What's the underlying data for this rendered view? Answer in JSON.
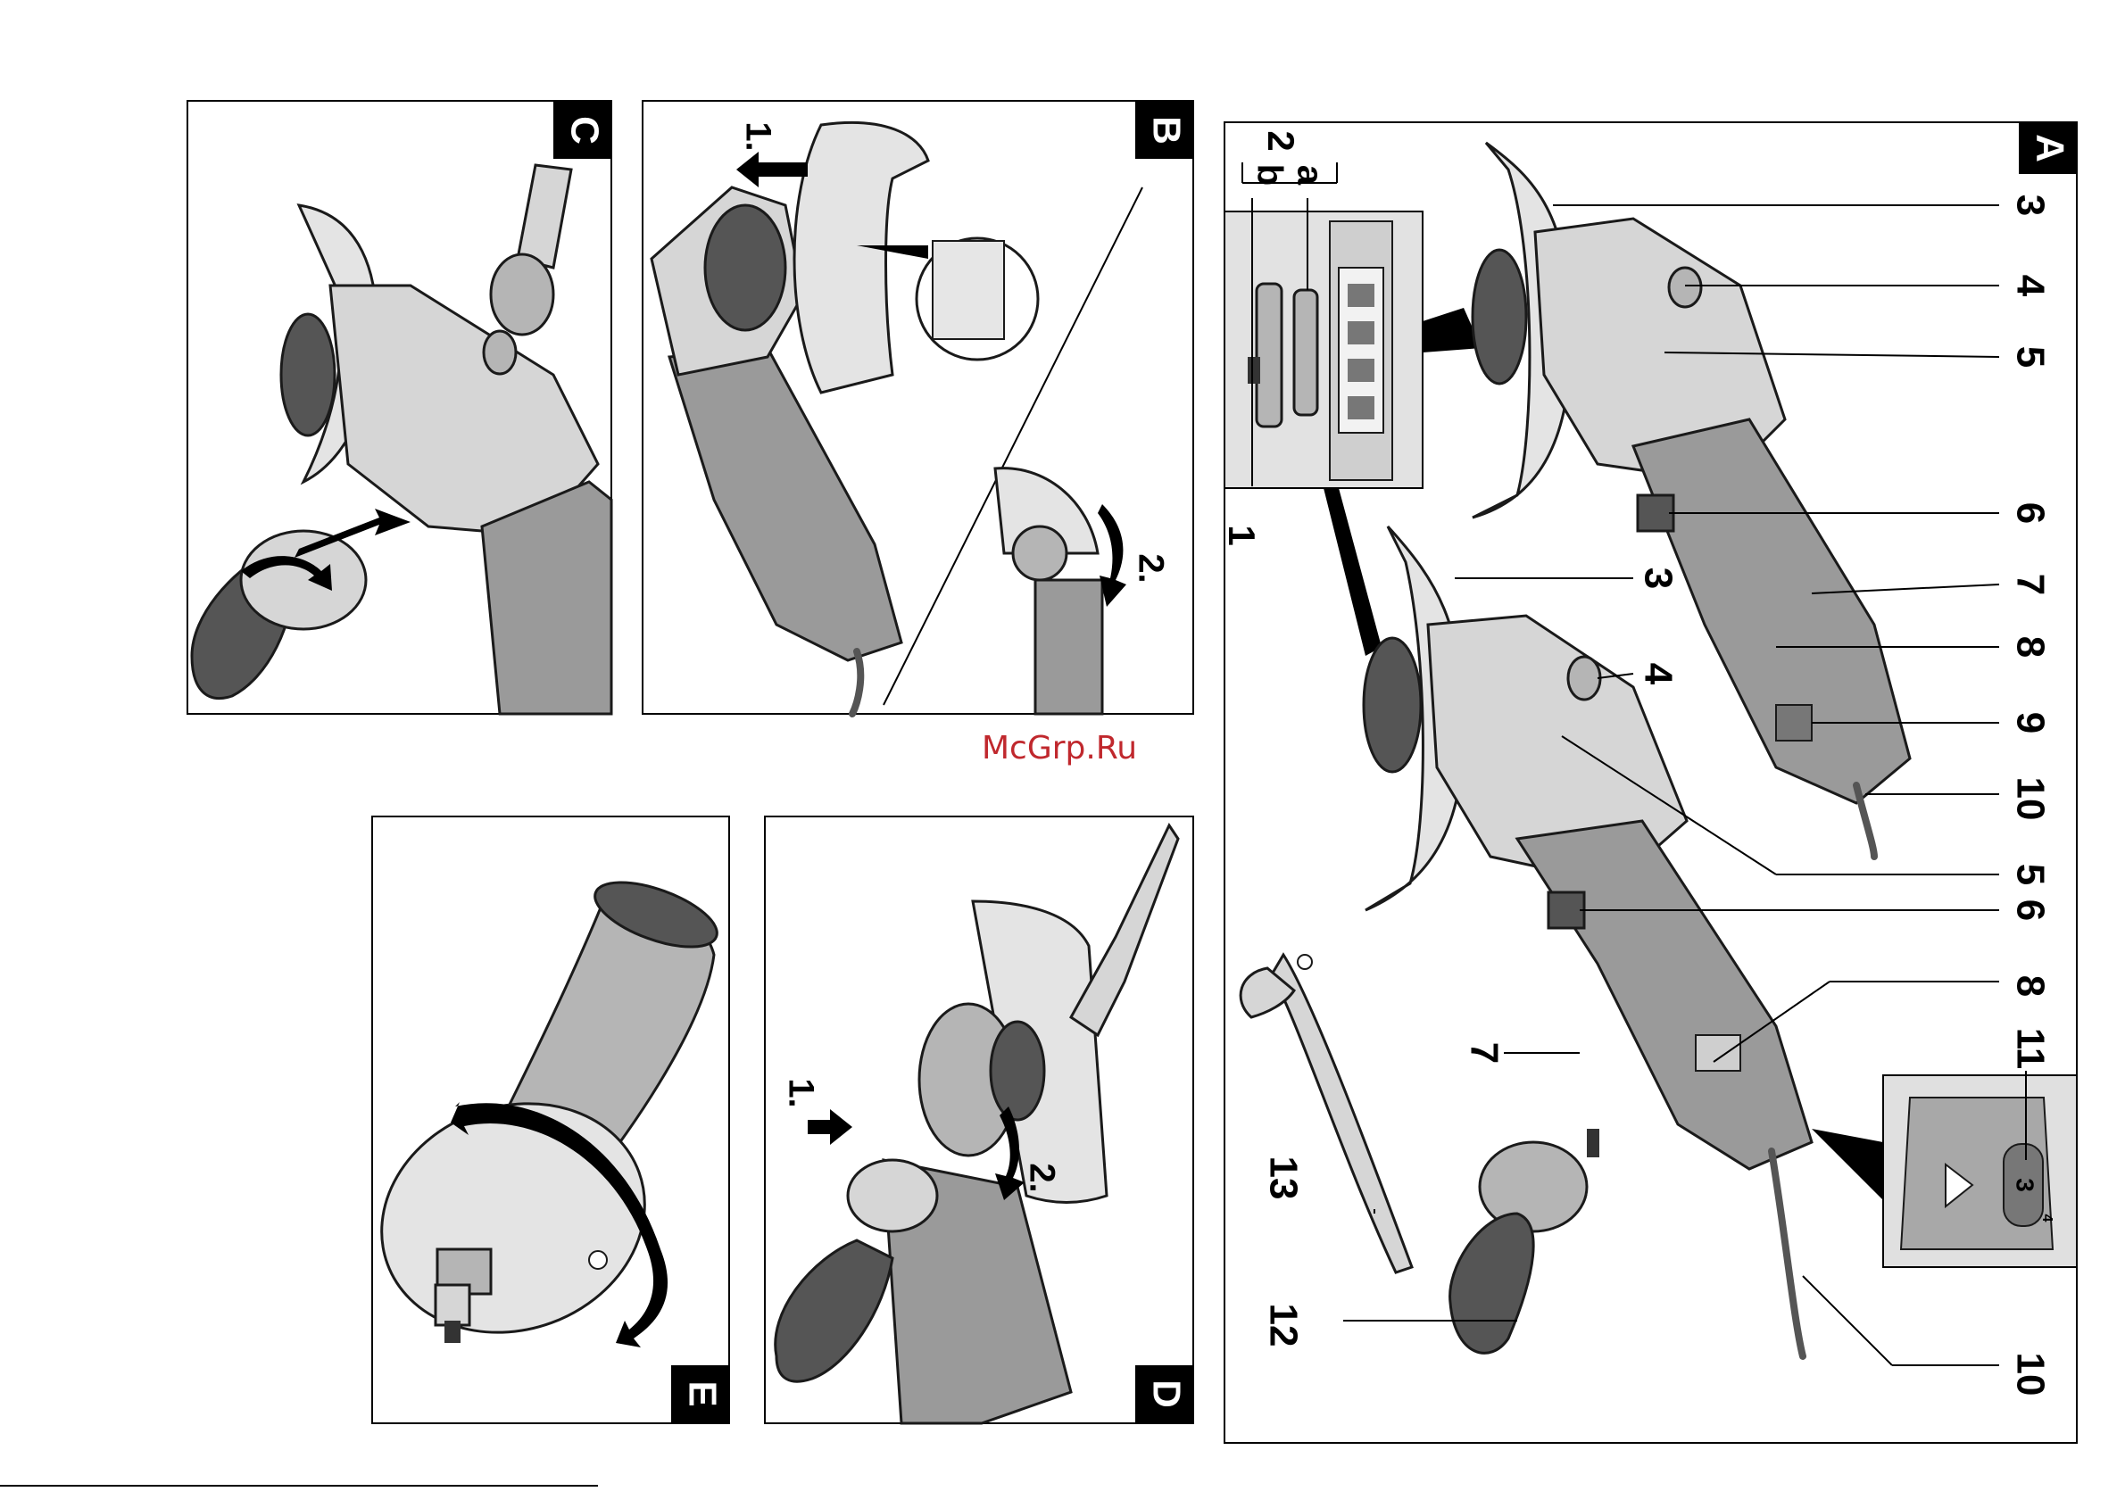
{
  "watermark": "McGrp.Ru",
  "panels": {
    "A": {
      "letter": "A",
      "labels": [
        "1",
        "2",
        "a",
        "b",
        "3",
        "4",
        "5",
        "6",
        "7",
        "8",
        "9",
        "10",
        "3",
        "4",
        "5",
        "6",
        "8",
        "7",
        "11",
        "10",
        "13",
        "12"
      ],
      "dial_number": "3",
      "dial_number_small": "4"
    },
    "B": {
      "letter": "B",
      "steps": [
        "1.",
        "2."
      ]
    },
    "C": {
      "letter": "C"
    },
    "D": {
      "letter": "D",
      "steps": [
        "1.",
        "2."
      ]
    },
    "E": {
      "letter": "E"
    }
  },
  "colors": {
    "tool_body": "#9a9a9a",
    "tool_light": "#d6d6d6",
    "tool_dark": "#555555",
    "watermark": "#c0282d"
  },
  "icons": [
    "angle-grinder-illustration",
    "handle-illustration",
    "spanner-illustration",
    "arrow-icon"
  ]
}
